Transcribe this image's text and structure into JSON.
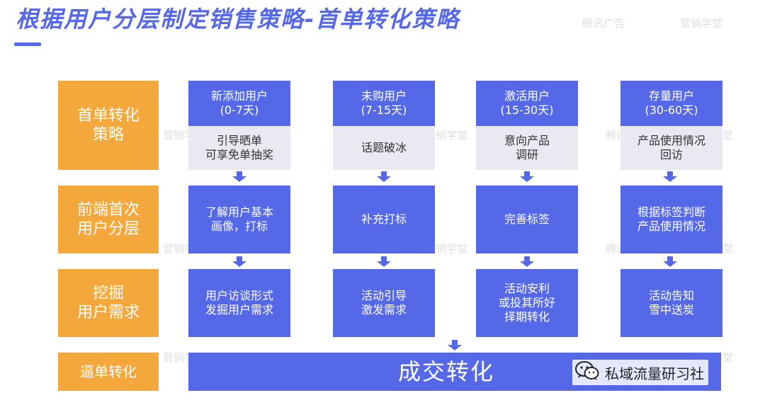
{
  "title": "根据用户分层制定销售策略-首单转化策略",
  "watermarks": {
    "tencent_ads": "腾讯广告",
    "marketing_academy": "营销学堂"
  },
  "row_labels": [
    "首单转化\n策略",
    "前端首次\n用户分层",
    "挖掘\n用户需求",
    "逼单转化"
  ],
  "columns": [
    {
      "head": "新添加用户\n(0-7天)",
      "strategy": "引导晒单\n可享免单抽奖",
      "layering": "了解用户基本\n画像，打标",
      "needs": "用户访谈形式\n发掘用户需求"
    },
    {
      "head": "未购用户\n(7-15天)",
      "strategy": "话题破冰",
      "layering": "补充打标",
      "needs": "活动引导\n激发需求"
    },
    {
      "head": "激活用户\n(15-30天)",
      "strategy": "意向产品\n调研",
      "layering": "完善标签",
      "needs": "活动安利\n或投其所好\n择期转化"
    },
    {
      "head": "存量用户\n(30-60天)",
      "strategy": "产品使用情况\n回访",
      "layering": "根据标签判断\n产品使用情况",
      "needs": "活动告知\n雪中送炭"
    }
  ],
  "final_bar": {
    "text": "成交转化"
  },
  "brand": {
    "name": "私域流量研习社",
    "icon": "wechat-icon"
  },
  "colors": {
    "primary_blue": "#5468e8",
    "orange": "#f4a73a",
    "light_gray_box": "#e8e9f1",
    "title_blue": "#5468e8"
  }
}
